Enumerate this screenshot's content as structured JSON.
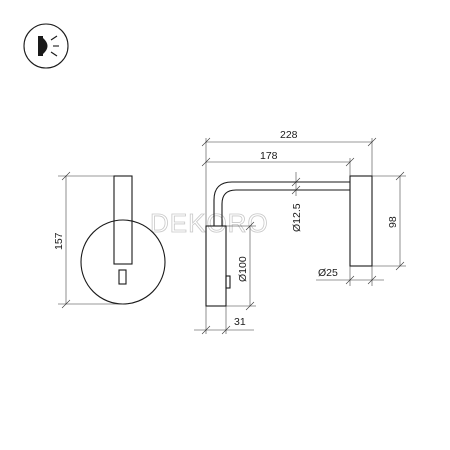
{
  "drawing": {
    "watermark": "DEKORO",
    "dimensions": {
      "height_total": "157",
      "width_total": "228",
      "arm_length": "178",
      "arm_diameter": "Ø12.5",
      "base_diameter": "Ø100",
      "head_height": "98",
      "head_diameter": "Ø25",
      "body_width": "31"
    }
  },
  "colors": {
    "line": "#1a1a1a",
    "watermark": "#c8c8c8"
  }
}
